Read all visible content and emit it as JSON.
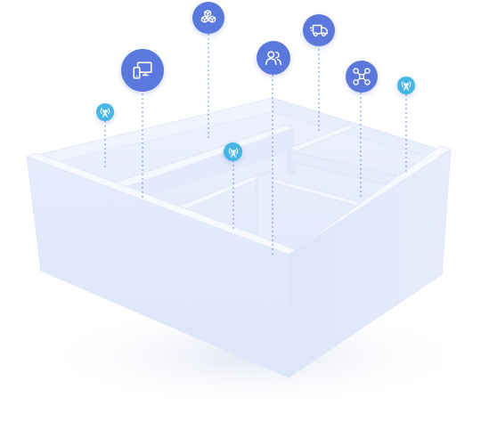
{
  "scene": {
    "subject": "isometric-floorplan",
    "colors": {
      "marker_dark": "#5b79dd",
      "marker_light": "#45b6e6",
      "wall_top": "#f4f7ff",
      "wall_front": "#e3e9fb",
      "wall_right": "#dbe3f8",
      "floor": "#e8eefc",
      "interior_wall": "#eef2fe",
      "leader_line": "#6a8ed8"
    }
  },
  "markers": [
    {
      "icon": "cube-icon",
      "tone": "dark"
    },
    {
      "icon": "delivery-truck-icon",
      "tone": "dark"
    },
    {
      "icon": "user-group-icon",
      "tone": "dark"
    },
    {
      "icon": "devices-icon",
      "tone": "dark"
    },
    {
      "icon": "drone-icon",
      "tone": "dark"
    },
    {
      "icon": "antenna-icon",
      "tone": "light"
    },
    {
      "icon": "antenna-icon",
      "tone": "light"
    },
    {
      "icon": "antenna-icon",
      "tone": "light"
    }
  ]
}
